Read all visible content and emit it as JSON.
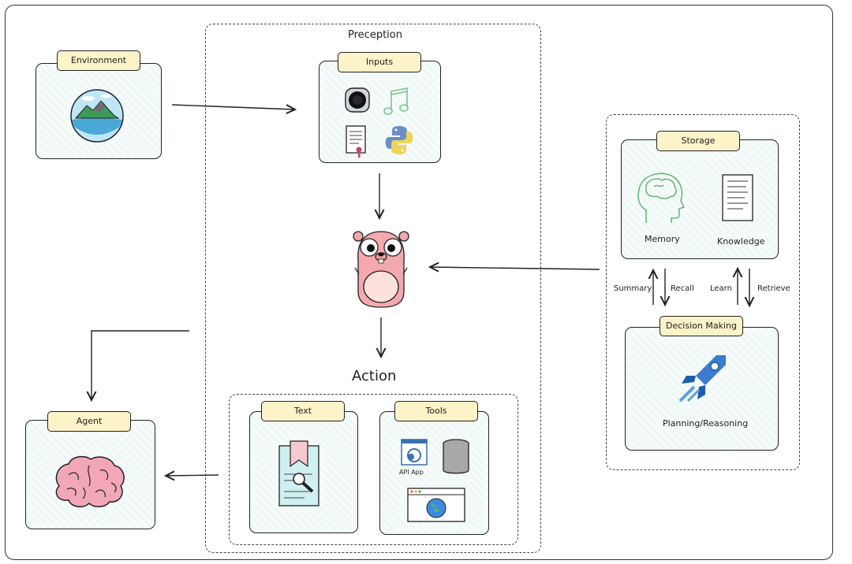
{
  "titles": {
    "preception": "Preception",
    "action": "Action"
  },
  "nodes": {
    "environment": "Environment",
    "inputs": "Inputs",
    "storage": "Storage",
    "decision": "Decision Making",
    "agent": "Agent",
    "text": "Text",
    "tools": "Tools"
  },
  "labels": {
    "memory": "Memory",
    "knowledge": "Knowledge",
    "planning": "Planning/Reasoning",
    "api_app": "API App",
    "summary": "Summary",
    "recall": "Recall",
    "learn": "Learn",
    "retrieve": "Retrieve"
  },
  "icons": [
    "globe-island-icon",
    "camera-icon",
    "music-note-icon",
    "document-icon",
    "python-icon",
    "gopher-mascot-icon",
    "brain-head-icon",
    "notes-icon",
    "rocket-icon",
    "brain-icon",
    "bookmark-search-icon",
    "api-app-icon",
    "database-icon",
    "web-browser-icon"
  ]
}
